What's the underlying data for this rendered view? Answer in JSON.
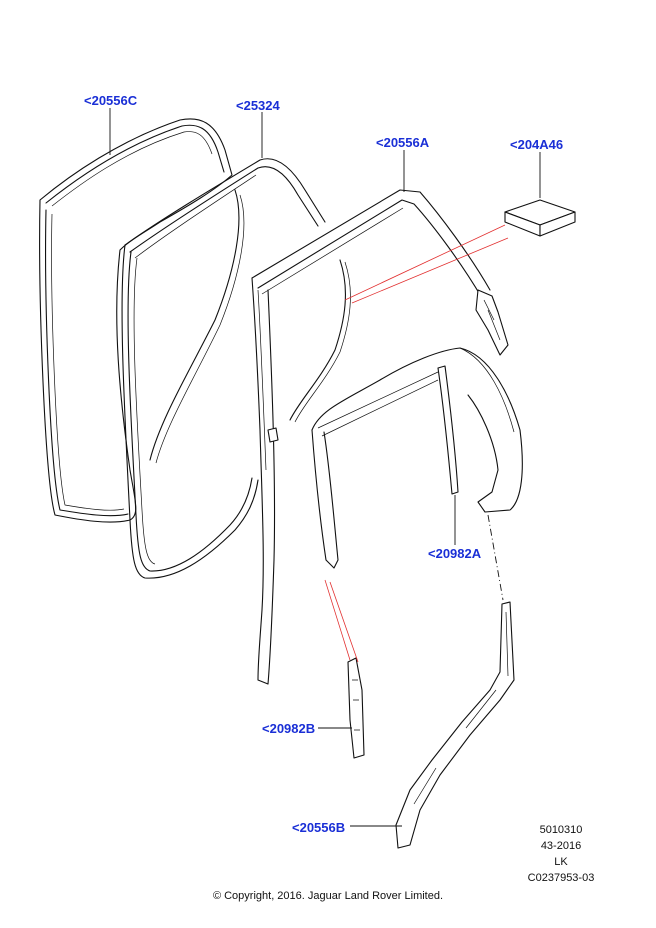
{
  "callouts": {
    "c20556C": "<20556C",
    "c25324": "<25324",
    "c20556A": "<20556A",
    "c204A46": "<204A46",
    "c20982A": "<20982A",
    "c20982B": "<20982B",
    "c20556B": "<20556B"
  },
  "meta": {
    "line1": "5010310",
    "line2": "43-2016",
    "line3": "LK",
    "line4": "C0237953-03"
  },
  "copyright": "© Copyright, 2016. Jaguar Land Rover Limited.",
  "colors": {
    "callout": "#1a2fd6",
    "leader_red": "#e23030",
    "line": "#111111"
  }
}
